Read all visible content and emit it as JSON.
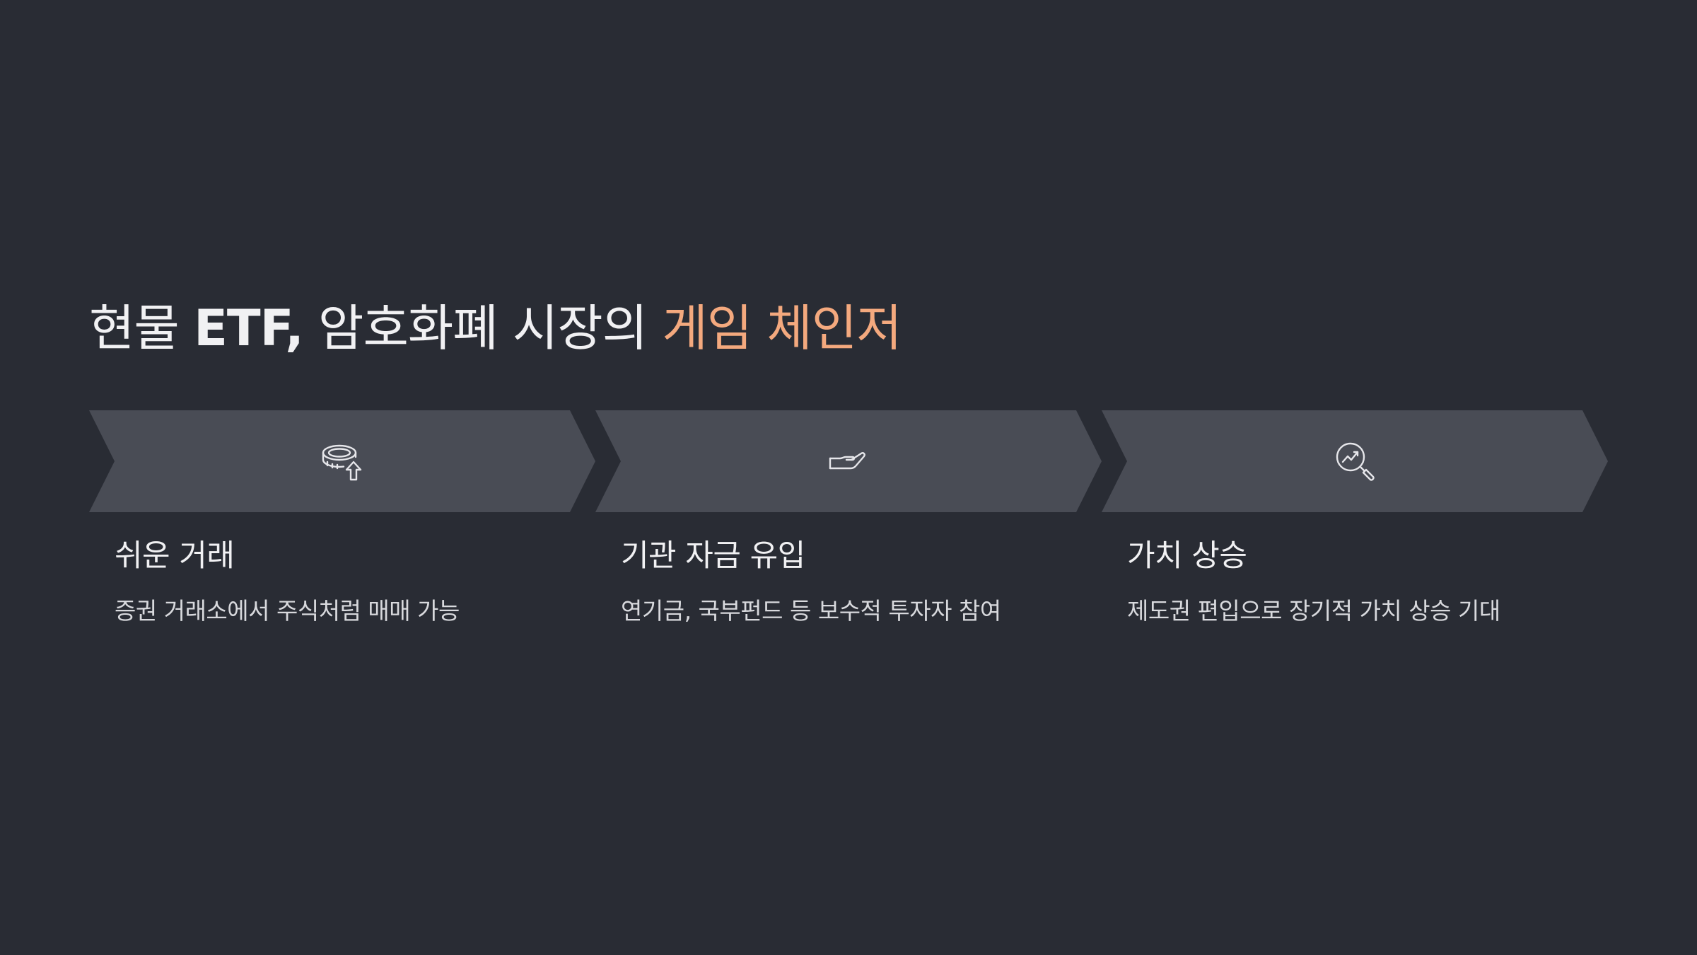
{
  "title": {
    "part1": "현물 ",
    "part2": "ETF,",
    "part3": " 암호화폐 시장의 ",
    "accent": "게임 체인저"
  },
  "colors": {
    "background": "#292c34",
    "chevron": "#494c55",
    "accent": "#f4a97e",
    "text": "#f1f1f3"
  },
  "steps": [
    {
      "icon": "coin-upload-icon",
      "title": "쉬운 거래",
      "description": "증권 거래소에서 주식처럼 매매 가능"
    },
    {
      "icon": "hand-receive-icon",
      "title": "기관 자금 유입",
      "description": "연기금, 국부펀드 등 보수적 투자자 참여"
    },
    {
      "icon": "chart-magnifier-icon",
      "title": "가치 상승",
      "description": "제도권 편입으로 장기적 가치 상승 기대"
    }
  ]
}
